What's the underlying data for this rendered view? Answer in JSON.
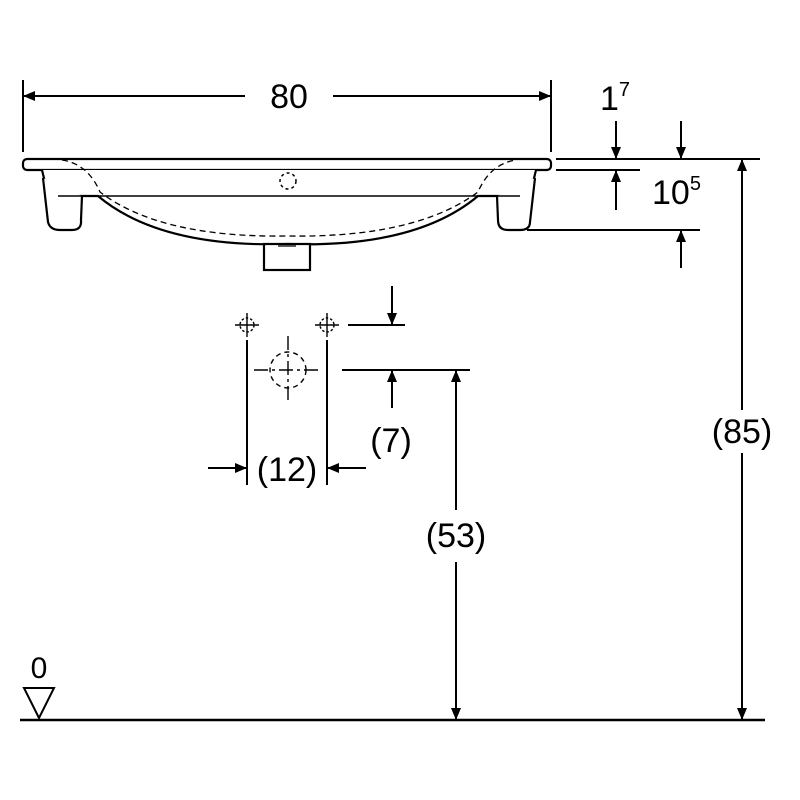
{
  "dimensions": {
    "width": "80",
    "rim_thickness_main": "1",
    "rim_thickness_sup": "7",
    "bowl_depth_main": "10",
    "bowl_depth_sup": "5",
    "tap_hole_spacing": "(12)",
    "waste_offset": "(7)",
    "waste_height": "(53)",
    "total_height": "(85)",
    "floor_level": "0"
  }
}
